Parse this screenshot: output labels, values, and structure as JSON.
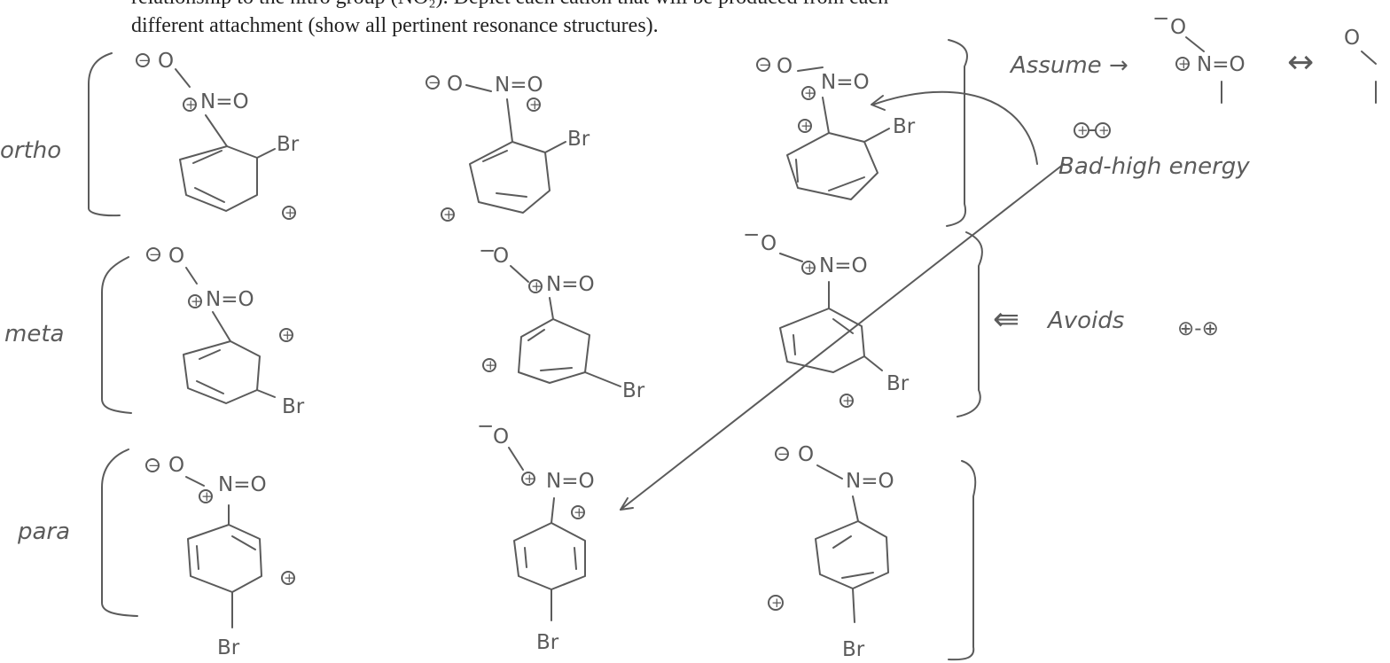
{
  "printed": {
    "line1": "relationship to the nitro group (NO₂). Depict each cation that will be produced from each",
    "line2": "different attachment (show all pertinent resonance structures)."
  },
  "rows": [
    {
      "label": "ortho"
    },
    {
      "label": "meta"
    },
    {
      "label": "para"
    }
  ],
  "groups": {
    "nitro": "N=O",
    "oxygen": "O",
    "bromine": "Br"
  },
  "symbols": {
    "plus_charge": "+",
    "minus_charge": "−"
  },
  "notes": {
    "assume": "Assume →",
    "bad_high_energy": "Bad-high energy",
    "avoids": "Avoids",
    "left_arrow": "⇚",
    "adjacent_charges": "⊕-⊕",
    "resonance_arrow": "↔"
  }
}
